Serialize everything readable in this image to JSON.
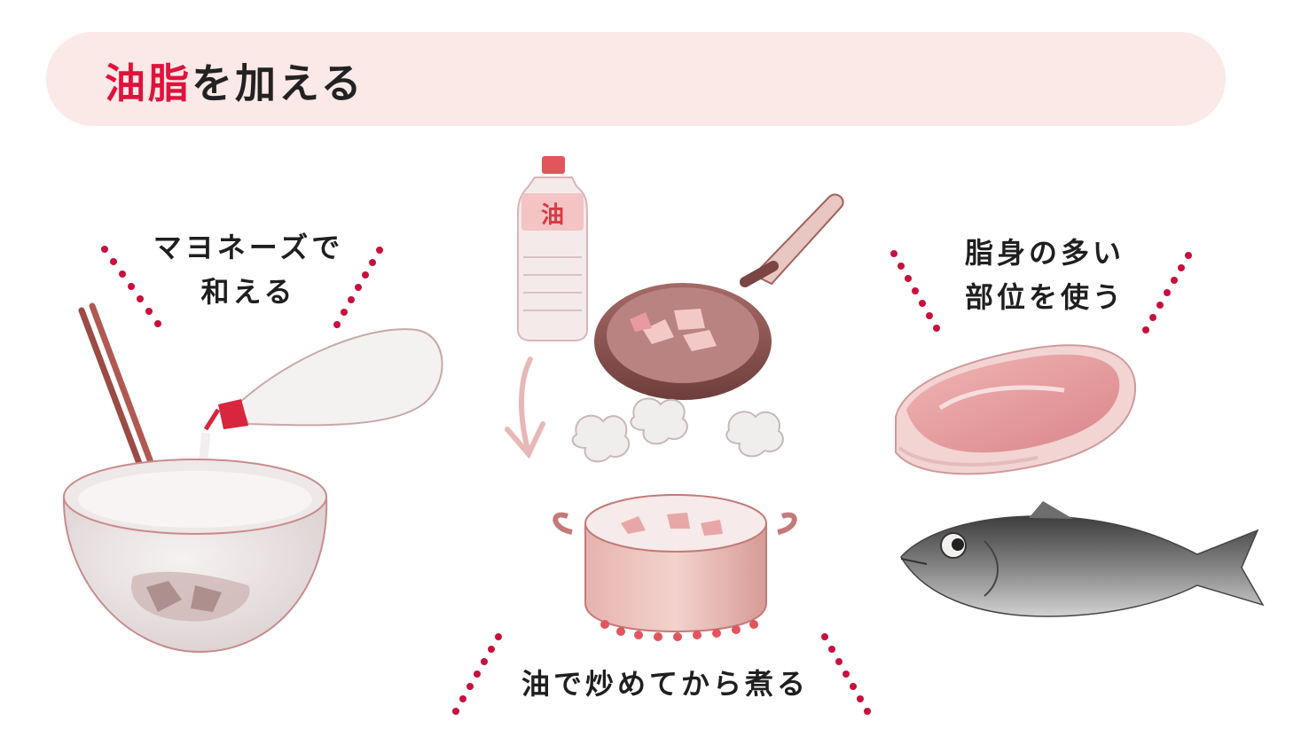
{
  "banner": {
    "title_accent": "油脂",
    "title_rest": "を加える",
    "accent_color": "#e0123c",
    "background_color": "#fbe9e7"
  },
  "captions": {
    "mayonnaise": [
      "マヨネーズで",
      "和える"
    ],
    "fatty_parts": [
      "脂身の多い",
      "部位を使う"
    ],
    "stir_fry": "油で炒めてから煮る"
  },
  "illustrations": {
    "oil_bottle_label": "油"
  },
  "colors": {
    "dots": "#c8103c",
    "illustration_red": "#c9434a",
    "meat_pink": "#e8a1a3",
    "fish_gray": "#6b6b6b"
  }
}
